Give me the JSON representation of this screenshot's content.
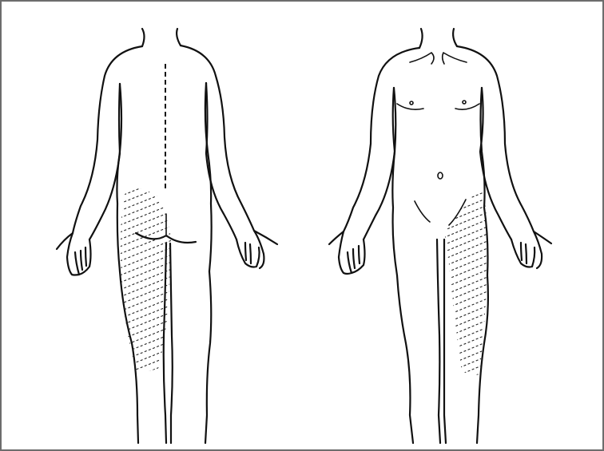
{
  "figure": {
    "views": [
      "back",
      "front"
    ],
    "colors": {
      "background": "#ffffff",
      "line": "#111111",
      "border": "#6d6d6d"
    },
    "marked_regions": [
      {
        "view": "back",
        "area": "left-buttock-and-lateral-thigh",
        "style": "dashed-hatching"
      },
      {
        "view": "back",
        "area": "lumbar-spine",
        "style": "dashed-line"
      },
      {
        "view": "front",
        "area": "left-lateral-hip-and-thigh",
        "style": "dashed-hatching"
      }
    ]
  }
}
